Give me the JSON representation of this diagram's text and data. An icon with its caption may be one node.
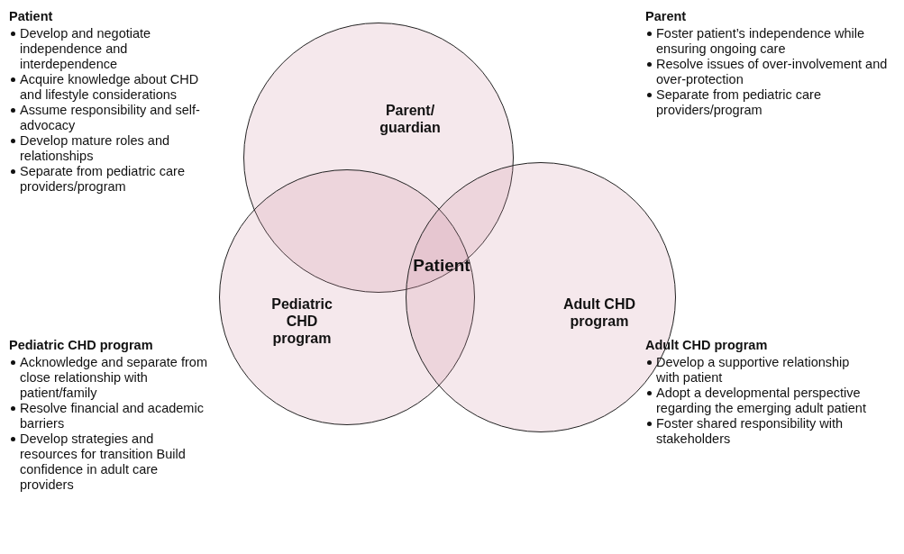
{
  "diagram": {
    "nodes": [
      {
        "text": [
          "Parent/ guardian"
        ]
      },
      {
        "text": [
          "Pediatric CHD program"
        ]
      },
      {
        "text": [
          "Adult CHD program"
        ]
      },
      {
        "text": [
          "Patient"
        ]
      }
    ],
    "labels": [
      "Patient",
      "Develop and negotiate independence and interdependence",
      "Acquire knowledge about CHD and lifestyle considerations",
      "Assume responsibility and self-advocacy",
      "Develop mature roles and relationships",
      "Separate from pediatric care providers/program",
      "Parent",
      "Foster patient’s independence while ensuring ongoing care",
      "Resolve issues of over-involvement and over-protection",
      "Separate from pediatric care providers/program",
      "Pediatric CHD program",
      "Acknowledge and separate from close relationship with patient/family",
      "Resolve financial and academic barriers",
      "Develop strategies and resources for transition Build confidence in adult care providers",
      "Adult CHD program",
      "Develop a supportive relationship with patient",
      "Adopt a developmental perspective regarding the emerging adult patient",
      "Foster shared responsibility with stakeholders"
    ]
  }
}
